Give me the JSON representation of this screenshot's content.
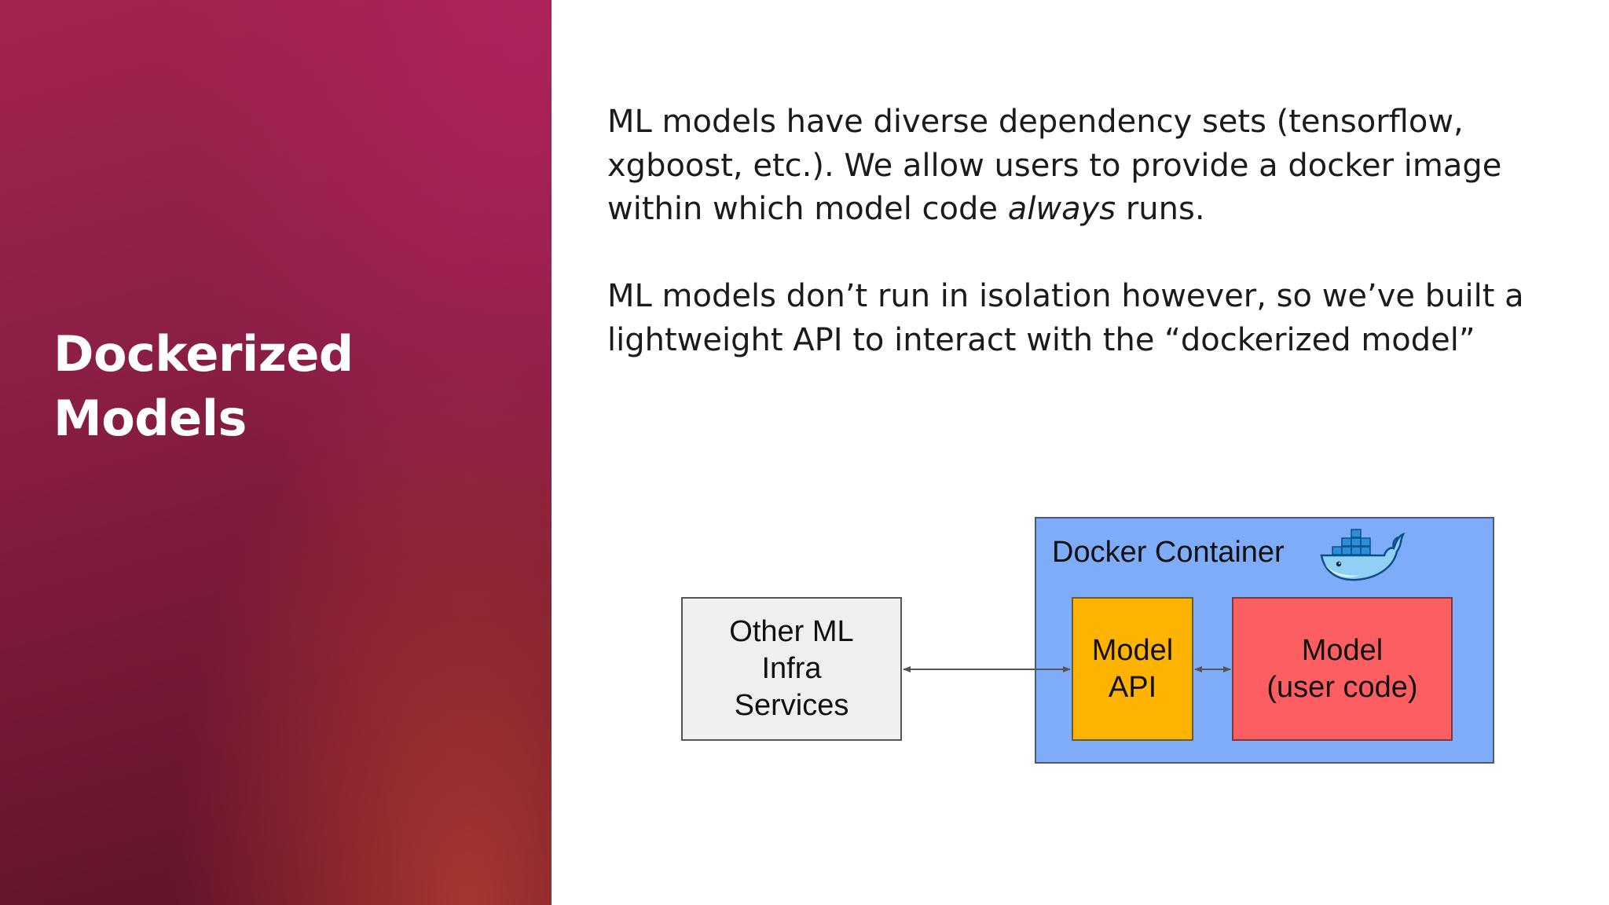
{
  "slide": {
    "title_lines": [
      "Dockerized",
      "Models"
    ],
    "paragraph1": {
      "before": "ML models have diverse dependency sets (tensorflow, xgboost, etc.). We allow users to provide a docker image within which model code ",
      "emphasis": "always",
      "after": " runs."
    },
    "paragraph2": "ML models don’t run in isolation however, so we’ve built a lightweight API to interact with the “dockerized model”"
  },
  "diagram": {
    "other_services": [
      "Other ML",
      "Infra",
      "Services"
    ],
    "container_label": "Docker Container",
    "model_api": [
      "Model",
      "API"
    ],
    "model_user_code": [
      "Model",
      "(user code)"
    ],
    "icon": "docker-whale-icon"
  },
  "colors": {
    "panel_gradient_top": "#a3244f",
    "panel_gradient_bottom": "#5c1226",
    "other_services_fill": "#efeef0",
    "container_fill": "#7facf8",
    "model_api_fill": "#fdb300",
    "model_user_code_fill": "#fc5e62",
    "docker_blue": "#2496ed"
  }
}
